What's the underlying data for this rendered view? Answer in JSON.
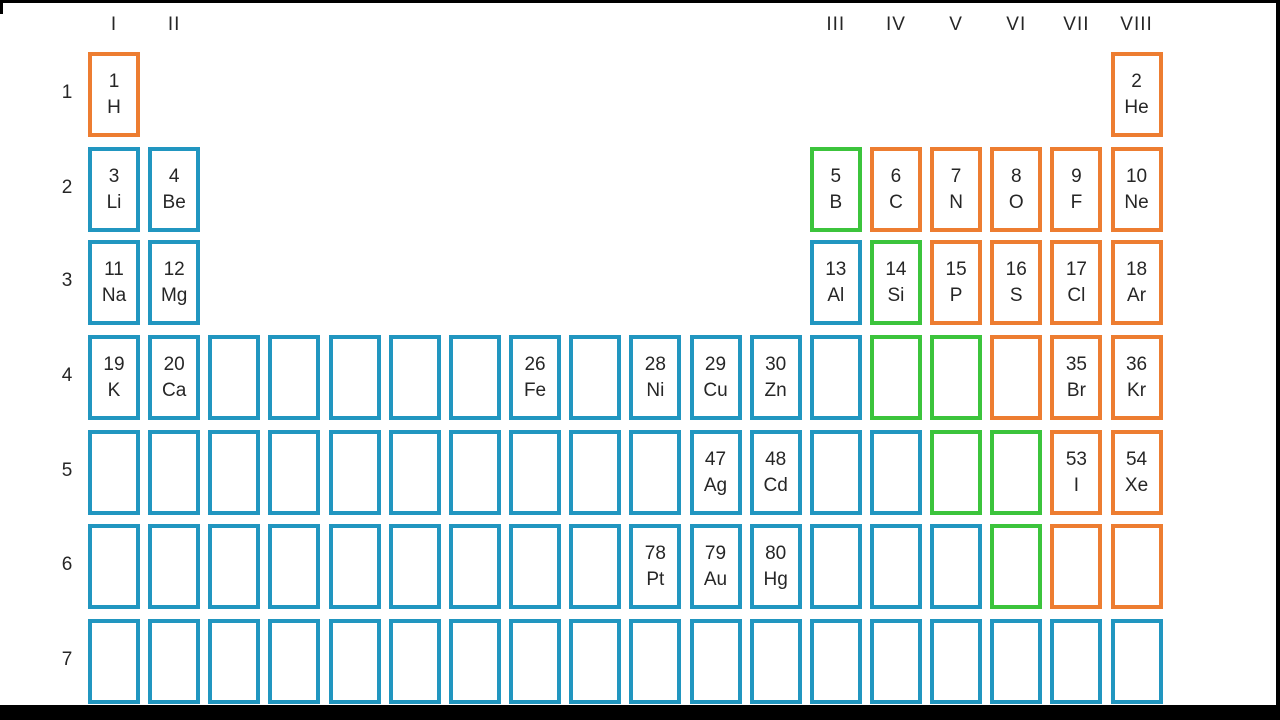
{
  "diagram": {
    "name": "simplified periodic table",
    "colors": {
      "metal": "#2196C0",
      "metalloid": "#3CC43C",
      "nonmetal": "#ED7D31",
      "text": "#262626",
      "background": "#FFFFFF",
      "frame": "#000000"
    },
    "group_headers": [
      {
        "label": "I",
        "col": 1
      },
      {
        "label": "II",
        "col": 2
      },
      {
        "label": "III",
        "col": 13
      },
      {
        "label": "IV",
        "col": 14
      },
      {
        "label": "V",
        "col": 15
      },
      {
        "label": "VI",
        "col": 16
      },
      {
        "label": "VII",
        "col": 17
      },
      {
        "label": "VIII",
        "col": 18
      }
    ],
    "period_labels": [
      {
        "label": "1",
        "row": 1
      },
      {
        "label": "2",
        "row": 2
      },
      {
        "label": "3",
        "row": 3
      },
      {
        "label": "4",
        "row": 4
      },
      {
        "label": "5",
        "row": 5
      },
      {
        "label": "6",
        "row": 6
      },
      {
        "label": "7",
        "row": 7
      }
    ],
    "cells": [
      {
        "row": 1,
        "col": 1,
        "number": "1",
        "symbol": "H",
        "category": "nonmetal"
      },
      {
        "row": 1,
        "col": 18,
        "number": "2",
        "symbol": "He",
        "category": "nonmetal"
      },
      {
        "row": 2,
        "col": 1,
        "number": "3",
        "symbol": "Li",
        "category": "metal"
      },
      {
        "row": 2,
        "col": 2,
        "number": "4",
        "symbol": "Be",
        "category": "metal"
      },
      {
        "row": 2,
        "col": 13,
        "number": "5",
        "symbol": "B",
        "category": "metalloid"
      },
      {
        "row": 2,
        "col": 14,
        "number": "6",
        "symbol": "C",
        "category": "nonmetal"
      },
      {
        "row": 2,
        "col": 15,
        "number": "7",
        "symbol": "N",
        "category": "nonmetal"
      },
      {
        "row": 2,
        "col": 16,
        "number": "8",
        "symbol": "O",
        "category": "nonmetal"
      },
      {
        "row": 2,
        "col": 17,
        "number": "9",
        "symbol": "F",
        "category": "nonmetal"
      },
      {
        "row": 2,
        "col": 18,
        "number": "10",
        "symbol": "Ne",
        "category": "nonmetal"
      },
      {
        "row": 3,
        "col": 1,
        "number": "11",
        "symbol": "Na",
        "category": "metal"
      },
      {
        "row": 3,
        "col": 2,
        "number": "12",
        "symbol": "Mg",
        "category": "metal"
      },
      {
        "row": 3,
        "col": 13,
        "number": "13",
        "symbol": "Al",
        "category": "metal"
      },
      {
        "row": 3,
        "col": 14,
        "number": "14",
        "symbol": "Si",
        "category": "metalloid"
      },
      {
        "row": 3,
        "col": 15,
        "number": "15",
        "symbol": "P",
        "category": "nonmetal"
      },
      {
        "row": 3,
        "col": 16,
        "number": "16",
        "symbol": "S",
        "category": "nonmetal"
      },
      {
        "row": 3,
        "col": 17,
        "number": "17",
        "symbol": "Cl",
        "category": "nonmetal"
      },
      {
        "row": 3,
        "col": 18,
        "number": "18",
        "symbol": "Ar",
        "category": "nonmetal"
      },
      {
        "row": 4,
        "col": 1,
        "number": "19",
        "symbol": "K",
        "category": "metal"
      },
      {
        "row": 4,
        "col": 2,
        "number": "20",
        "symbol": "Ca",
        "category": "metal"
      },
      {
        "row": 4,
        "col": 3,
        "number": "",
        "symbol": "",
        "category": "metal"
      },
      {
        "row": 4,
        "col": 4,
        "number": "",
        "symbol": "",
        "category": "metal"
      },
      {
        "row": 4,
        "col": 5,
        "number": "",
        "symbol": "",
        "category": "metal"
      },
      {
        "row": 4,
        "col": 6,
        "number": "",
        "symbol": "",
        "category": "metal"
      },
      {
        "row": 4,
        "col": 7,
        "number": "",
        "symbol": "",
        "category": "metal"
      },
      {
        "row": 4,
        "col": 8,
        "number": "26",
        "symbol": "Fe",
        "category": "metal"
      },
      {
        "row": 4,
        "col": 9,
        "number": "",
        "symbol": "",
        "category": "metal"
      },
      {
        "row": 4,
        "col": 10,
        "number": "28",
        "symbol": "Ni",
        "category": "metal"
      },
      {
        "row": 4,
        "col": 11,
        "number": "29",
        "symbol": "Cu",
        "category": "metal"
      },
      {
        "row": 4,
        "col": 12,
        "number": "30",
        "symbol": "Zn",
        "category": "metal"
      },
      {
        "row": 4,
        "col": 13,
        "number": "",
        "symbol": "",
        "category": "metal"
      },
      {
        "row": 4,
        "col": 14,
        "number": "",
        "symbol": "",
        "category": "metalloid"
      },
      {
        "row": 4,
        "col": 15,
        "number": "",
        "symbol": "",
        "category": "metalloid"
      },
      {
        "row": 4,
        "col": 16,
        "number": "",
        "symbol": "",
        "category": "nonmetal"
      },
      {
        "row": 4,
        "col": 17,
        "number": "35",
        "symbol": "Br",
        "category": "nonmetal"
      },
      {
        "row": 4,
        "col": 18,
        "number": "36",
        "symbol": "Kr",
        "category": "nonmetal"
      },
      {
        "row": 5,
        "col": 1,
        "number": "",
        "symbol": "",
        "category": "metal"
      },
      {
        "row": 5,
        "col": 2,
        "number": "",
        "symbol": "",
        "category": "metal"
      },
      {
        "row": 5,
        "col": 3,
        "number": "",
        "symbol": "",
        "category": "metal"
      },
      {
        "row": 5,
        "col": 4,
        "number": "",
        "symbol": "",
        "category": "metal"
      },
      {
        "row": 5,
        "col": 5,
        "number": "",
        "symbol": "",
        "category": "metal"
      },
      {
        "row": 5,
        "col": 6,
        "number": "",
        "symbol": "",
        "category": "metal"
      },
      {
        "row": 5,
        "col": 7,
        "number": "",
        "symbol": "",
        "category": "metal"
      },
      {
        "row": 5,
        "col": 8,
        "number": "",
        "symbol": "",
        "category": "metal"
      },
      {
        "row": 5,
        "col": 9,
        "number": "",
        "symbol": "",
        "category": "metal"
      },
      {
        "row": 5,
        "col": 10,
        "number": "",
        "symbol": "",
        "category": "metal"
      },
      {
        "row": 5,
        "col": 11,
        "number": "47",
        "symbol": "Ag",
        "category": "metal"
      },
      {
        "row": 5,
        "col": 12,
        "number": "48",
        "symbol": "Cd",
        "category": "metal"
      },
      {
        "row": 5,
        "col": 13,
        "number": "",
        "symbol": "",
        "category": "metal"
      },
      {
        "row": 5,
        "col": 14,
        "number": "",
        "symbol": "",
        "category": "metal"
      },
      {
        "row": 5,
        "col": 15,
        "number": "",
        "symbol": "",
        "category": "metalloid"
      },
      {
        "row": 5,
        "col": 16,
        "number": "",
        "symbol": "",
        "category": "metalloid"
      },
      {
        "row": 5,
        "col": 17,
        "number": "53",
        "symbol": "I",
        "category": "nonmetal"
      },
      {
        "row": 5,
        "col": 18,
        "number": "54",
        "symbol": "Xe",
        "category": "nonmetal"
      },
      {
        "row": 6,
        "col": 1,
        "number": "",
        "symbol": "",
        "category": "metal"
      },
      {
        "row": 6,
        "col": 2,
        "number": "",
        "symbol": "",
        "category": "metal"
      },
      {
        "row": 6,
        "col": 3,
        "number": "",
        "symbol": "",
        "category": "metal"
      },
      {
        "row": 6,
        "col": 4,
        "number": "",
        "symbol": "",
        "category": "metal"
      },
      {
        "row": 6,
        "col": 5,
        "number": "",
        "symbol": "",
        "category": "metal"
      },
      {
        "row": 6,
        "col": 6,
        "number": "",
        "symbol": "",
        "category": "metal"
      },
      {
        "row": 6,
        "col": 7,
        "number": "",
        "symbol": "",
        "category": "metal"
      },
      {
        "row": 6,
        "col": 8,
        "number": "",
        "symbol": "",
        "category": "metal"
      },
      {
        "row": 6,
        "col": 9,
        "number": "",
        "symbol": "",
        "category": "metal"
      },
      {
        "row": 6,
        "col": 10,
        "number": "78",
        "symbol": "Pt",
        "category": "metal"
      },
      {
        "row": 6,
        "col": 11,
        "number": "79",
        "symbol": "Au",
        "category": "metal"
      },
      {
        "row": 6,
        "col": 12,
        "number": "80",
        "symbol": "Hg",
        "category": "metal"
      },
      {
        "row": 6,
        "col": 13,
        "number": "",
        "symbol": "",
        "category": "metal"
      },
      {
        "row": 6,
        "col": 14,
        "number": "",
        "symbol": "",
        "category": "metal"
      },
      {
        "row": 6,
        "col": 15,
        "number": "",
        "symbol": "",
        "category": "metal"
      },
      {
        "row": 6,
        "col": 16,
        "number": "",
        "symbol": "",
        "category": "metalloid"
      },
      {
        "row": 6,
        "col": 17,
        "number": "",
        "symbol": "",
        "category": "nonmetal"
      },
      {
        "row": 6,
        "col": 18,
        "number": "",
        "symbol": "",
        "category": "nonmetal"
      },
      {
        "row": 7,
        "col": 1,
        "number": "",
        "symbol": "",
        "category": "metal"
      },
      {
        "row": 7,
        "col": 2,
        "number": "",
        "symbol": "",
        "category": "metal"
      },
      {
        "row": 7,
        "col": 3,
        "number": "",
        "symbol": "",
        "category": "metal"
      },
      {
        "row": 7,
        "col": 4,
        "number": "",
        "symbol": "",
        "category": "metal"
      },
      {
        "row": 7,
        "col": 5,
        "number": "",
        "symbol": "",
        "category": "metal"
      },
      {
        "row": 7,
        "col": 6,
        "number": "",
        "symbol": "",
        "category": "metal"
      },
      {
        "row": 7,
        "col": 7,
        "number": "",
        "symbol": "",
        "category": "metal"
      },
      {
        "row": 7,
        "col": 8,
        "number": "",
        "symbol": "",
        "category": "metal"
      },
      {
        "row": 7,
        "col": 9,
        "number": "",
        "symbol": "",
        "category": "metal"
      },
      {
        "row": 7,
        "col": 10,
        "number": "",
        "symbol": "",
        "category": "metal"
      },
      {
        "row": 7,
        "col": 11,
        "number": "",
        "symbol": "",
        "category": "metal"
      },
      {
        "row": 7,
        "col": 12,
        "number": "",
        "symbol": "",
        "category": "metal"
      },
      {
        "row": 7,
        "col": 13,
        "number": "",
        "symbol": "",
        "category": "metal"
      },
      {
        "row": 7,
        "col": 14,
        "number": "",
        "symbol": "",
        "category": "metal"
      },
      {
        "row": 7,
        "col": 15,
        "number": "",
        "symbol": "",
        "category": "metal"
      },
      {
        "row": 7,
        "col": 16,
        "number": "",
        "symbol": "",
        "category": "metal"
      },
      {
        "row": 7,
        "col": 17,
        "number": "",
        "symbol": "",
        "category": "metal"
      },
      {
        "row": 7,
        "col": 18,
        "number": "",
        "symbol": "",
        "category": "metal"
      }
    ]
  }
}
